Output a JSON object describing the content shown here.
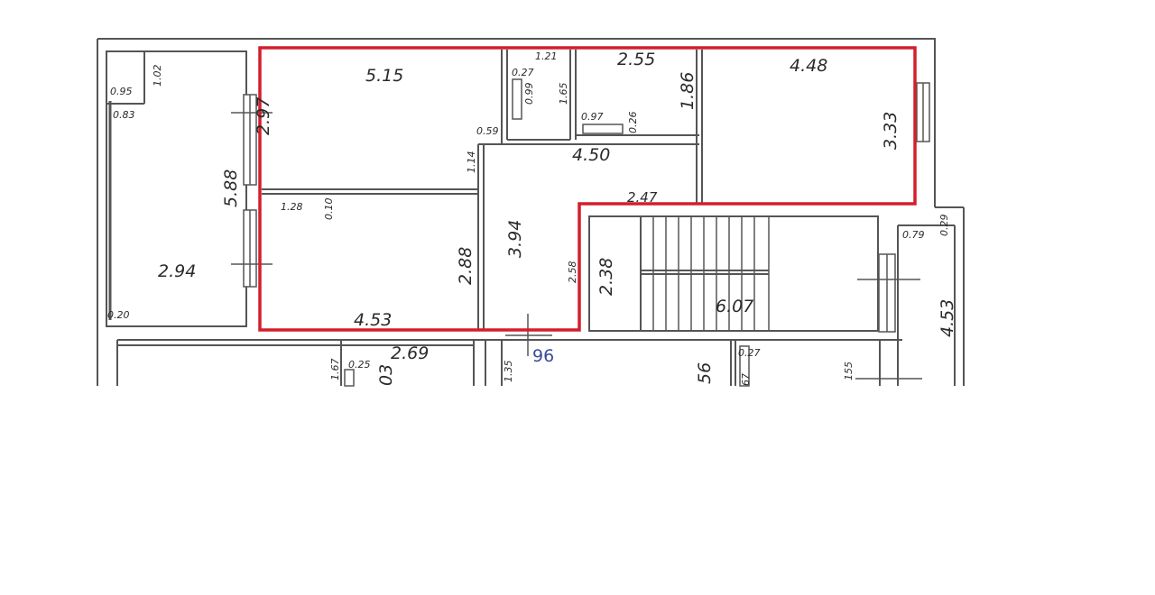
{
  "labels": {
    "l515": "5.15",
    "l121": "1.21",
    "l027a": "0.27",
    "l099": "0.99",
    "l165": "1.65",
    "l255": "2.55",
    "l186": "1.86",
    "l448": "4.48",
    "l333": "3.33",
    "l102": "1.02",
    "l095": "0.95",
    "l083": "0.83",
    "l297": "2.97",
    "l059": "0.59",
    "l097": "0.97",
    "l026": "0.26",
    "l114": "1.14",
    "l450": "4.50",
    "l588": "5.88",
    "l128": "1.28",
    "l010": "0.10",
    "l247": "2.47",
    "l029": "0.29",
    "l079": "0.79",
    "l294": "2.94",
    "l288": "2.88",
    "l394": "3.94",
    "l258": "2.58",
    "l238": "2.38",
    "l607": "6.07",
    "l453a": "4.53",
    "l453b": "4.53",
    "l020": "0.20",
    "l269": "2.69",
    "l167": "1.67",
    "l025": "0.25",
    "l03": "03",
    "l135": "1.35",
    "l96": "96",
    "l56": "56",
    "l027b": "0.27",
    "l67": "67",
    "l155": "155"
  },
  "colors": {
    "wall": "#555555",
    "highlight": "#d21f2c",
    "label": "#2a2a2a",
    "number_tag": "#3a4a9a"
  }
}
